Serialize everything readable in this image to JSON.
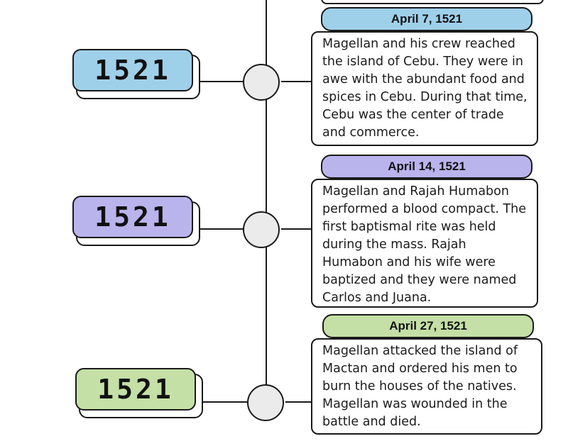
{
  "colors": {
    "blue": "#9fd0ea",
    "purple": "#b9b4ec",
    "green": "#c4e0a6"
  },
  "events": [
    {
      "year": "1521",
      "date": "April 7, 1521",
      "description": "Magellan and his crew reached the island of Cebu. They were in awe with the abundant food and spices in Cebu. During that time, Cebu was the center of trade and commerce.",
      "color": "blue"
    },
    {
      "year": "1521",
      "date": "April 14, 1521",
      "description": "Magellan and Rajah Humabon performed a blood compact. The first baptismal rite was held during the mass. Rajah Humabon and his wife were baptized and they were named Carlos and Juana.",
      "color": "purple"
    },
    {
      "year": "1521",
      "date": "April 27, 1521",
      "description": "Magellan attacked the island of Mactan and ordered his men to burn the houses of the natives. Magellan was wounded in the battle and died.",
      "color": "green"
    }
  ]
}
